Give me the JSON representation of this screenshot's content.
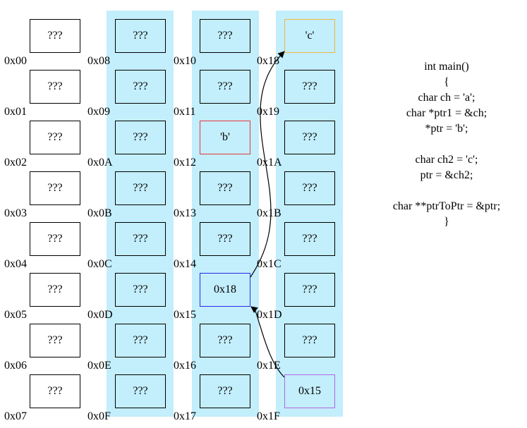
{
  "columns": [
    {
      "highlighted": false,
      "cells": [
        {
          "value": "???",
          "address": "0x00"
        },
        {
          "value": "???",
          "address": "0x01"
        },
        {
          "value": "???",
          "address": "0x02"
        },
        {
          "value": "???",
          "address": "0x03"
        },
        {
          "value": "???",
          "address": "0x04"
        },
        {
          "value": "???",
          "address": "0x05"
        },
        {
          "value": "???",
          "address": "0x06"
        },
        {
          "value": "???",
          "address": "0x07"
        }
      ]
    },
    {
      "highlighted": true,
      "cells": [
        {
          "value": "???",
          "address": "0x08"
        },
        {
          "value": "???",
          "address": "0x09"
        },
        {
          "value": "???",
          "address": "0x0A"
        },
        {
          "value": "???",
          "address": "0x0B"
        },
        {
          "value": "???",
          "address": "0x0C"
        },
        {
          "value": "???",
          "address": "0x0D"
        },
        {
          "value": "???",
          "address": "0x0E"
        },
        {
          "value": "???",
          "address": "0x0F"
        }
      ]
    },
    {
      "highlighted": true,
      "cells": [
        {
          "value": "???",
          "address": "0x10"
        },
        {
          "value": "???",
          "address": "0x11"
        },
        {
          "value": "'b'",
          "address": "0x12",
          "border_color": "#e8363b"
        },
        {
          "value": "???",
          "address": "0x13"
        },
        {
          "value": "???",
          "address": "0x14"
        },
        {
          "value": "0x18",
          "address": "0x15",
          "border_color": "#2a2ae6"
        },
        {
          "value": "???",
          "address": "0x16"
        },
        {
          "value": "???",
          "address": "0x17"
        }
      ]
    },
    {
      "highlighted": true,
      "cells": [
        {
          "value": "'c'",
          "address": "0x18",
          "border_color": "#f0b840"
        },
        {
          "value": "???",
          "address": "0x19"
        },
        {
          "value": "???",
          "address": "0x1A"
        },
        {
          "value": "???",
          "address": "0x1B"
        },
        {
          "value": "???",
          "address": "0x1C"
        },
        {
          "value": "???",
          "address": "0x1D"
        },
        {
          "value": "???",
          "address": "0x1E"
        },
        {
          "value": "0x15",
          "address": "0x1F",
          "border_color": "#b366e6"
        }
      ]
    }
  ],
  "arrows": [
    {
      "from": "0x15",
      "to": "0x18"
    },
    {
      "from": "0x1F",
      "to": "0x15"
    }
  ],
  "code_lines": [
    "int main()",
    "{",
    "char ch = 'a';",
    "char *ptr1 = &ch;",
    "*ptr = 'b';",
    "",
    "char ch2 = 'c';",
    "ptr = &ch2;",
    "",
    "char **ptrToPtr = &ptr;",
    "}"
  ],
  "colors": {
    "column_highlight": "#c3eefb",
    "cell_border": "#000000",
    "arrow": "#000000"
  }
}
